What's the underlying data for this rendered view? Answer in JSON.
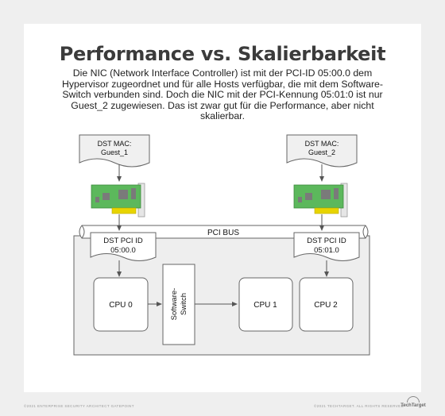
{
  "title": "Performance vs. Skalierbarkeit",
  "description": "Die NIC (Network Interface Controller) ist mit der PCI-ID 05:00.0 dem Hypervisor zugeordnet und für alle Hosts verfügbar, die mit dem Software-Switch verbunden sind. Doch die NIC mit der PCI-Kennung 05:01:0 ist nur Guest_2 zugewiesen. Das ist zwar gut für die Performance, aber nicht skalierbar.",
  "diagram": {
    "dst_mac_left": [
      "DST MAC:",
      "Guest_1"
    ],
    "dst_mac_right": [
      "DST MAC:",
      "Guest_2"
    ],
    "pci_bus": "PCI BUS",
    "dst_pci_left": [
      "DST PCI ID",
      "05:00.0"
    ],
    "dst_pci_right": [
      "DST PCI ID",
      "05:01.0"
    ],
    "cpu0": "CPU 0",
    "cpu1": "CPU 1",
    "cpu2": "CPU 2",
    "software_switch": [
      "Software-",
      "Switch"
    ]
  },
  "footer": {
    "left": "©2021 ENTERPRISE SECURITY ARCHITECT GATEPOINT",
    "right": "©2021 TECHTARGET. ALL RIGHTS RESERVED",
    "logo": "TechTarget"
  },
  "colors": {
    "nic_board": "#5cb85c",
    "nic_chip": "#7a7a7a",
    "nic_pins": "#e8d400",
    "bracket": "#e6e6e6",
    "box_fill": "#eeeeee",
    "stroke": "#666666",
    "arrow": "#555555"
  }
}
